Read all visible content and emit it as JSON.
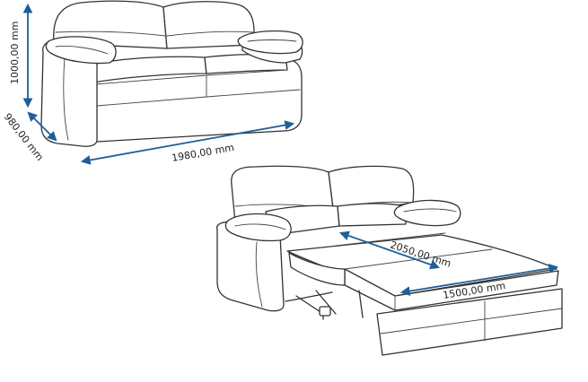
{
  "accent_color": "#1f5f99",
  "dimensions": {
    "height": "1000,00 mm",
    "depth": "980,00 mm",
    "width": "1980,00 mm",
    "bed_length": "2050,00 mm",
    "bed_width": "1500,00 mm"
  }
}
